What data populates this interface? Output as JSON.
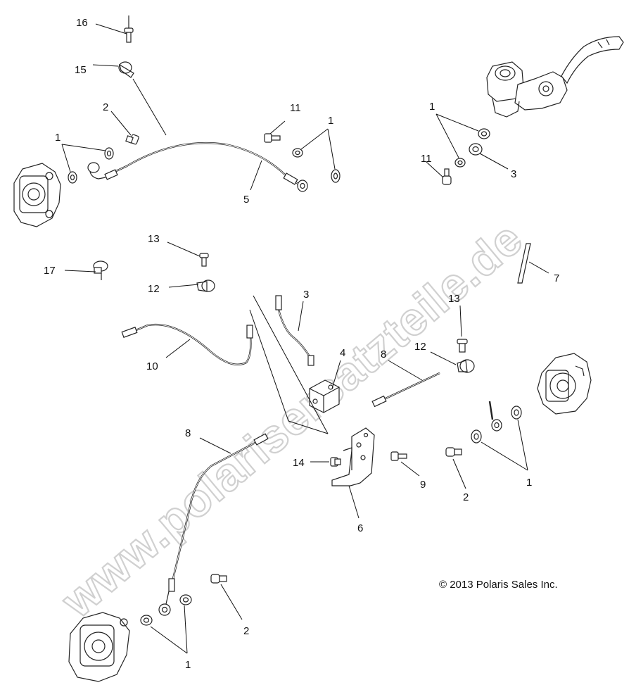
{
  "diagram": {
    "copyright": "© 2013 Polaris Sales Inc.",
    "watermark": "www.polarisersatzteile.de",
    "callouts": [
      {
        "id": "c16",
        "text": "16"
      },
      {
        "id": "c15",
        "text": "15"
      },
      {
        "id": "c2a",
        "text": "2"
      },
      {
        "id": "c1a",
        "text": "1"
      },
      {
        "id": "c11a",
        "text": "11"
      },
      {
        "id": "c1b",
        "text": "1"
      },
      {
        "id": "c5",
        "text": "5"
      },
      {
        "id": "c1c",
        "text": "1"
      },
      {
        "id": "c11b",
        "text": "11"
      },
      {
        "id": "c3a",
        "text": "3"
      },
      {
        "id": "c13a",
        "text": "13"
      },
      {
        "id": "c17",
        "text": "17"
      },
      {
        "id": "c12a",
        "text": "12"
      },
      {
        "id": "c7",
        "text": "7"
      },
      {
        "id": "c3b",
        "text": "3"
      },
      {
        "id": "c4",
        "text": "4"
      },
      {
        "id": "c10",
        "text": "10"
      },
      {
        "id": "c13b",
        "text": "13"
      },
      {
        "id": "c12b",
        "text": "12"
      },
      {
        "id": "c8a",
        "text": "8"
      },
      {
        "id": "c8b",
        "text": "8"
      },
      {
        "id": "c14",
        "text": "14"
      },
      {
        "id": "c9",
        "text": "9"
      },
      {
        "id": "c2b",
        "text": "2"
      },
      {
        "id": "c1d",
        "text": "1"
      },
      {
        "id": "c6",
        "text": "6"
      },
      {
        "id": "c2c",
        "text": "2"
      },
      {
        "id": "c1e",
        "text": "1"
      }
    ]
  }
}
